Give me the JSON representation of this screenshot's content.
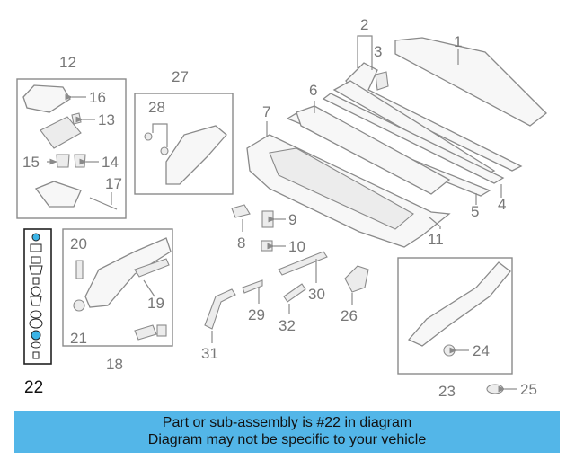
{
  "diagram": {
    "labels": {
      "p1": "1",
      "p2": "2",
      "p3": "3",
      "p4": "4",
      "p5": "5",
      "p6": "6",
      "p7": "7",
      "p8": "8",
      "p9": "9",
      "p10": "10",
      "p11": "11",
      "p12": "12",
      "p13": "13",
      "p14": "14",
      "p15": "15",
      "p16": "16",
      "p17": "17",
      "p18": "18",
      "p19": "19",
      "p20": "20",
      "p21": "21",
      "p22": "22",
      "p23": "23",
      "p24": "24",
      "p25": "25",
      "p26": "26",
      "p27": "27",
      "p28": "28",
      "p29": "29",
      "p30": "30",
      "p31": "31",
      "p32": "32"
    },
    "highlight_color": "#3cb4e6"
  },
  "banner": {
    "line1": "Part or sub-assembly is #22 in diagram",
    "line2": "Diagram may not be specific to your vehicle",
    "color": "#53b6e8"
  }
}
